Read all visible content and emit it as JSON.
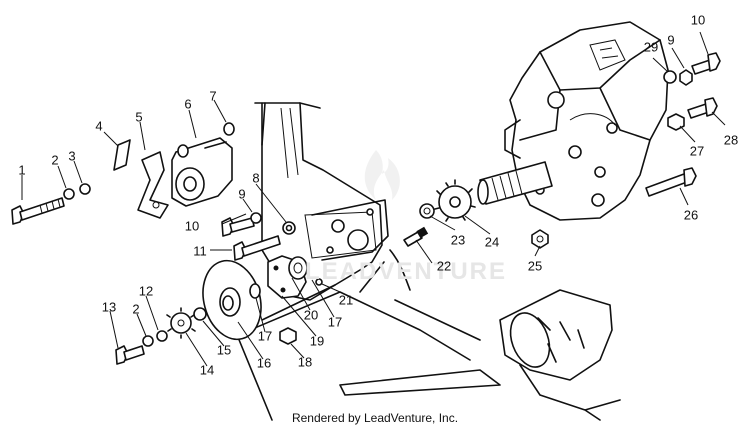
{
  "diagram": {
    "callouts": [
      "1",
      "2",
      "3",
      "4",
      "5",
      "6",
      "7",
      "8",
      "9",
      "10",
      "11",
      "12",
      "13",
      "2",
      "14",
      "15",
      "16",
      "17",
      "18",
      "19",
      "20",
      "17",
      "21",
      "22",
      "23",
      "24",
      "25",
      "26",
      "27",
      "28",
      "29",
      "9",
      "10"
    ],
    "watermark": "LEADVENTURE",
    "footer": "Rendered by LeadVenture, Inc."
  }
}
